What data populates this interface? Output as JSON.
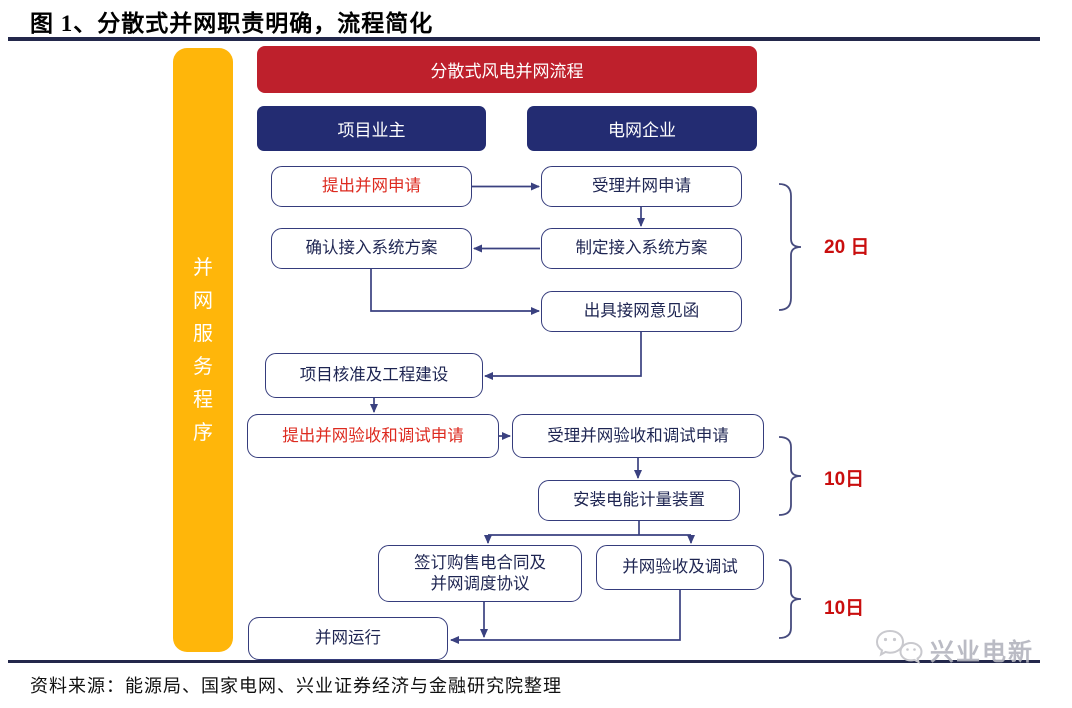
{
  "title": "图 1、分散式并网职责明确，流程简化",
  "sidebar": {
    "label": "并网服务程序",
    "chars": [
      "并",
      "网",
      "服",
      "务",
      "程",
      "序"
    ]
  },
  "flow": {
    "header": "分散式风电并网流程",
    "lanes": [
      {
        "label": "项目业主"
      },
      {
        "label": "电网企业"
      }
    ],
    "nodes": [
      {
        "label": "提出并网申请",
        "emphasis": "red"
      },
      {
        "label": "受理并网申请",
        "emphasis": "normal"
      },
      {
        "label": "确认接入系统方案",
        "emphasis": "normal"
      },
      {
        "label": "制定接入系统方案",
        "emphasis": "normal"
      },
      {
        "label": "出具接网意见函",
        "emphasis": "normal"
      },
      {
        "label": "项目核准及工程建设",
        "emphasis": "normal"
      },
      {
        "label": "提出并网验收和调试申请",
        "emphasis": "red"
      },
      {
        "label": "受理并网验收和调试申请",
        "emphasis": "normal"
      },
      {
        "label": "安装电能计量装置",
        "emphasis": "normal"
      },
      {
        "label": "签订购售电合同及",
        "label2": "并网调度协议",
        "emphasis": "normal"
      },
      {
        "label": "并网验收及调试",
        "emphasis": "normal"
      },
      {
        "label": "并网运行",
        "emphasis": "normal"
      }
    ],
    "durations": [
      {
        "label": "20 日"
      },
      {
        "label": "10日"
      },
      {
        "label": "10日"
      }
    ]
  },
  "footer": {
    "source": "资料来源：能源局、国家电网、兴业证券经济与金融研究院整理",
    "watermark": "兴业电新"
  },
  "colors": {
    "header_red": "#BE202C",
    "lane_navy": "#232C72",
    "bar_orange": "#FFB60A",
    "box_border": "#353C7C",
    "arrow_navy": "#3A4180",
    "red_text": "#DD2A1F",
    "duration_red": "#C90E0E",
    "rule_navy": "#23284B"
  }
}
